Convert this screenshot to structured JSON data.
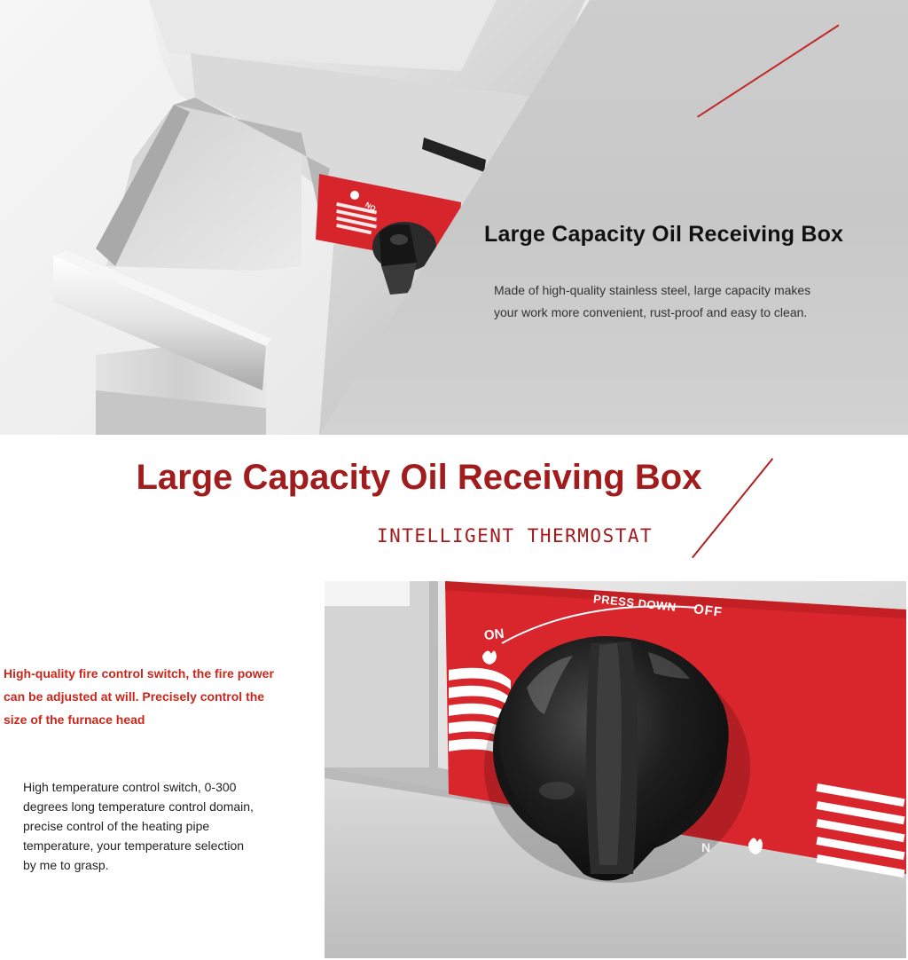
{
  "top_section": {
    "title": "Large Capacity Oil Receiving Box",
    "description_lines": [
      "Made of high-quality stainless steel, large capacity makes",
      "your work more convenient, rust-proof and easy to clean."
    ],
    "accent_color": "#c2292a"
  },
  "banner": {
    "title": "Large Capacity Oil Receiving Box",
    "subtitle": "INTELLIGENT THERMOSTAT",
    "title_color": "#a11c1c"
  },
  "fire_control": {
    "lines": [
      "High-quality fire control switch, the fire power",
      "can be adjusted at will. Precisely control the",
      "size of the furnace head"
    ],
    "color": "#c9271b"
  },
  "temperature_control": {
    "lines": [
      "High temperature control switch, 0-300",
      "degrees long temperature control domain,",
      "precise control of the heating pipe",
      "temperature, your temperature selection",
      "by me to grasp."
    ]
  },
  "thermostat_photo": {
    "label_on": "ON",
    "label_press_down": "PRESS DOWN",
    "label_off": "OFF",
    "label_fragment": "N",
    "plate_color": "#d8262c",
    "knob_color": "#1b1b1b"
  },
  "drawer_photo": {
    "label_on": "ON"
  }
}
